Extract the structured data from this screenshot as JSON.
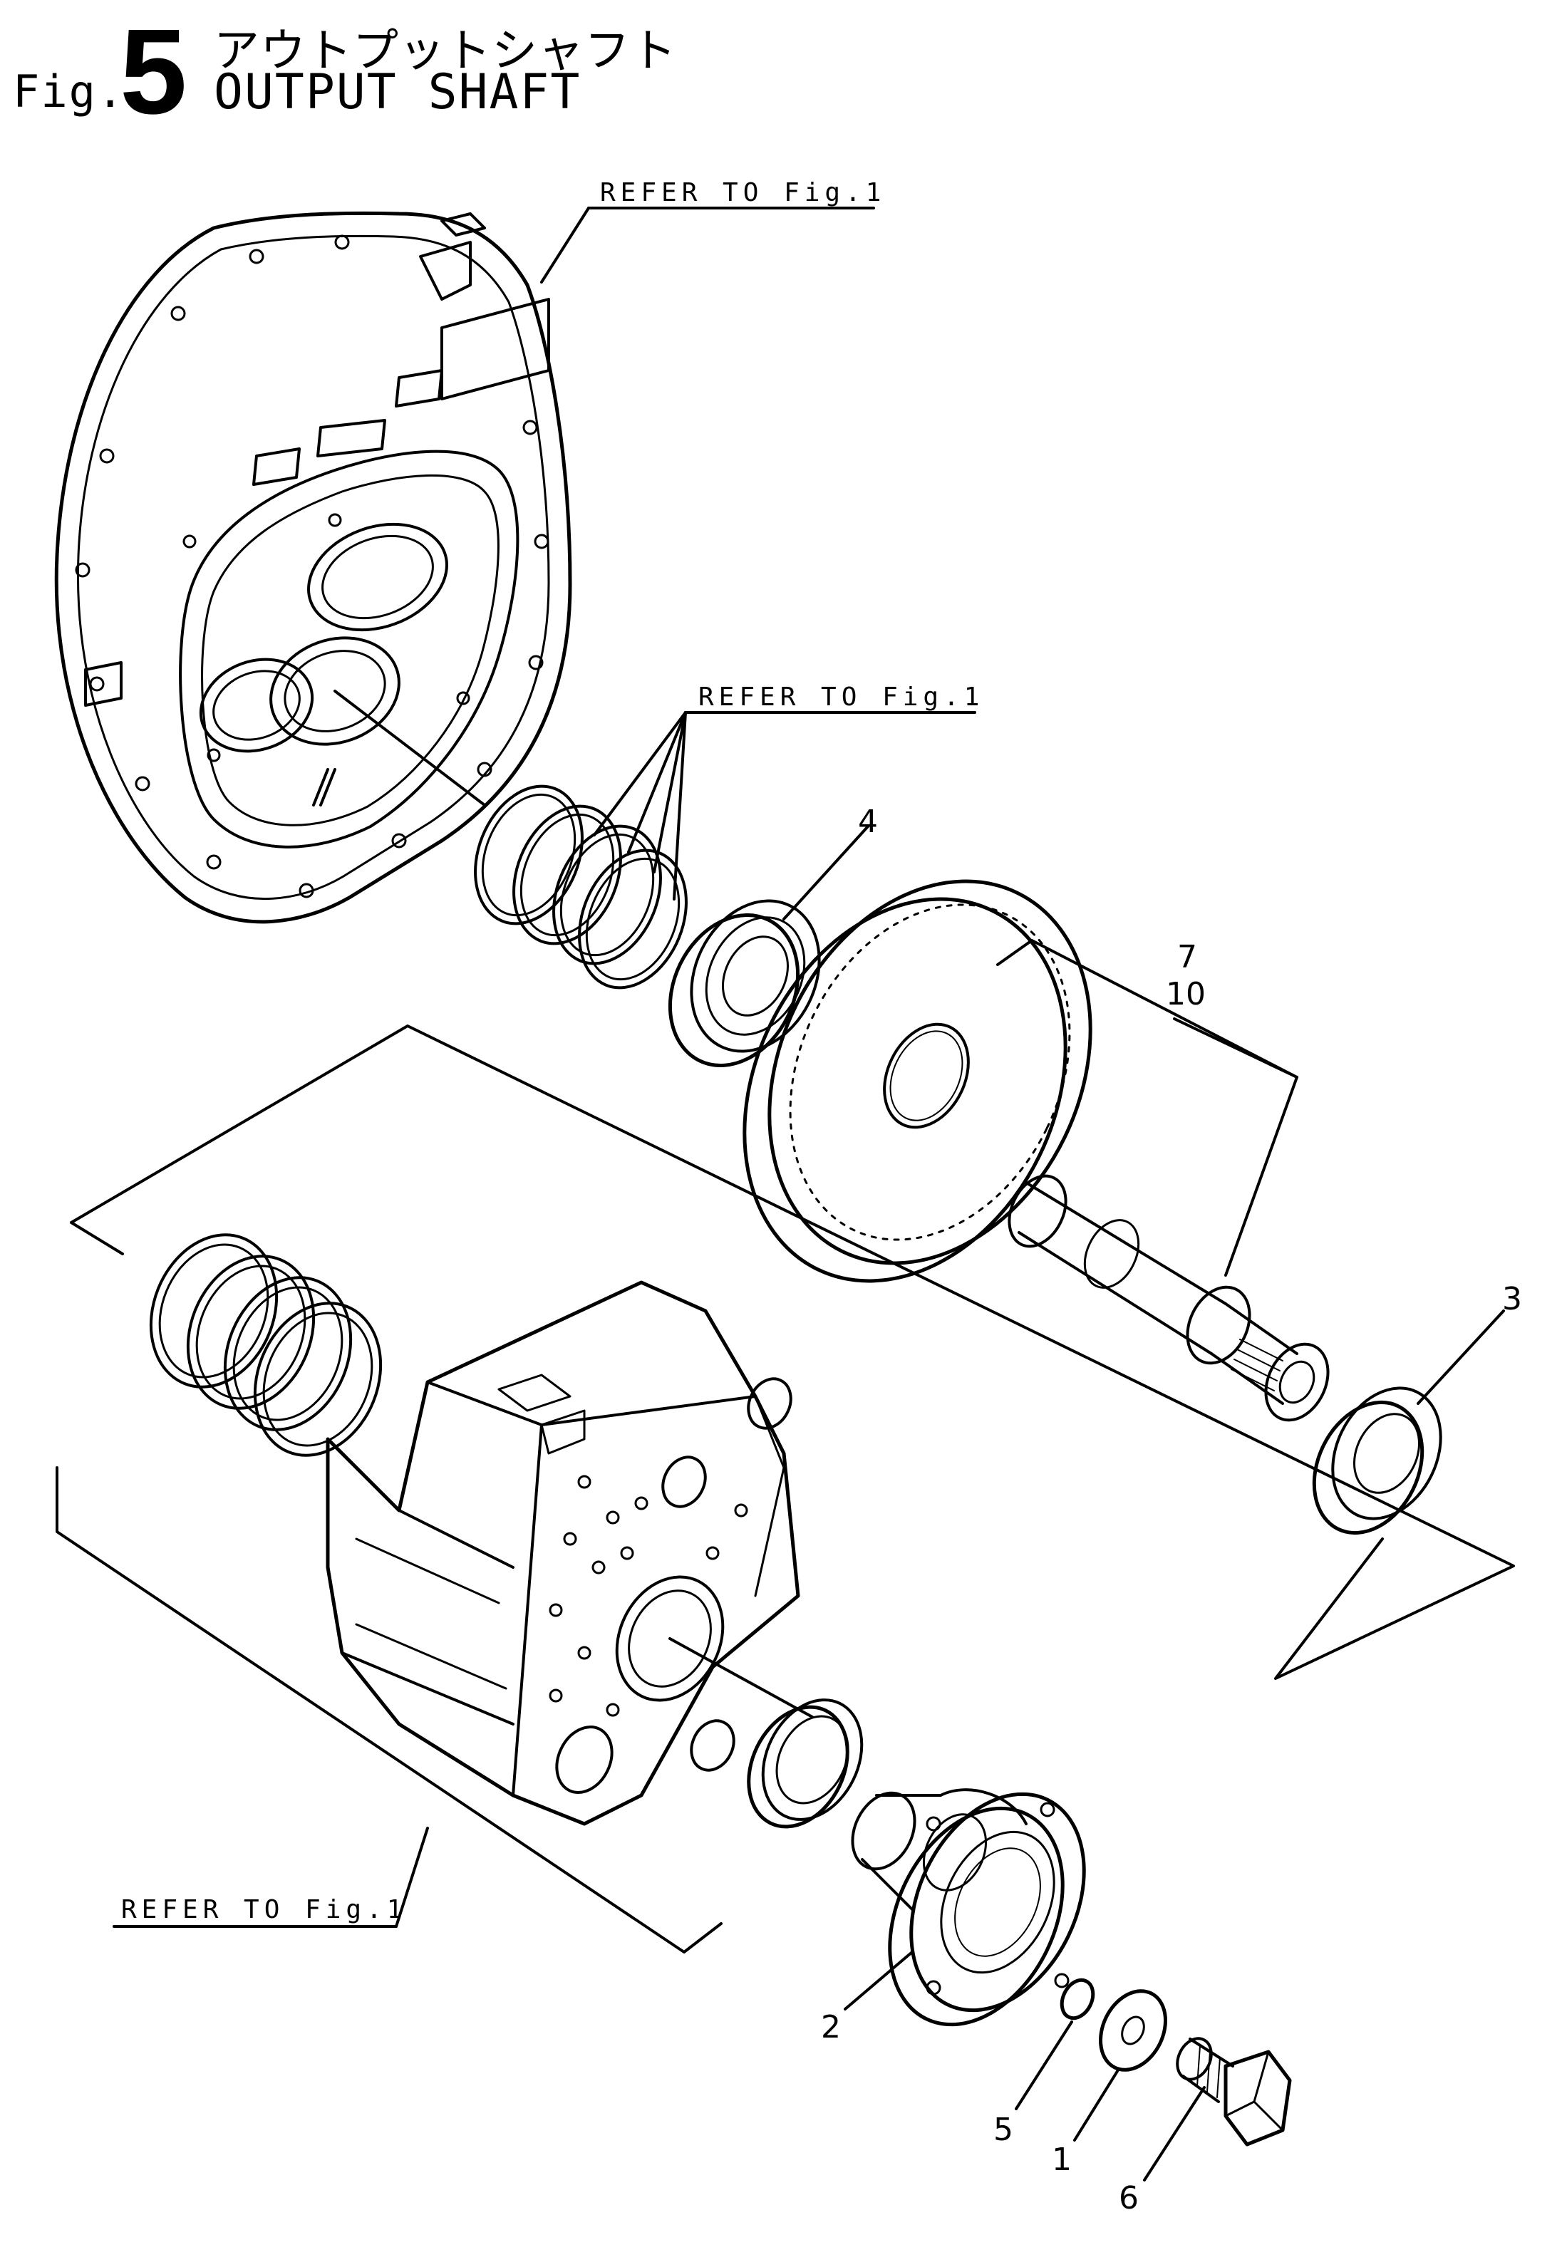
{
  "figure": {
    "prefix": "Fig.",
    "number": "5",
    "title_jp": "アウトプットシャフト",
    "title_en": "OUTPUT SHAFT"
  },
  "references": [
    {
      "text": "REFER TO Fig.1"
    },
    {
      "text": "REFER TO Fig.1"
    },
    {
      "text": "REFER TO Fig.1"
    }
  ],
  "callouts": [
    "4",
    "7",
    "10",
    "3",
    "2",
    "5",
    "1",
    "6"
  ],
  "parts": [
    "clutch-housing",
    "seal-rings-upper",
    "bearing-4",
    "output-gear",
    "output-shaft",
    "bearing-3",
    "gear-case",
    "seal-rings-lower",
    "oil-seal",
    "output-flange",
    "o-ring-5",
    "washer-1",
    "bolt-6"
  ]
}
